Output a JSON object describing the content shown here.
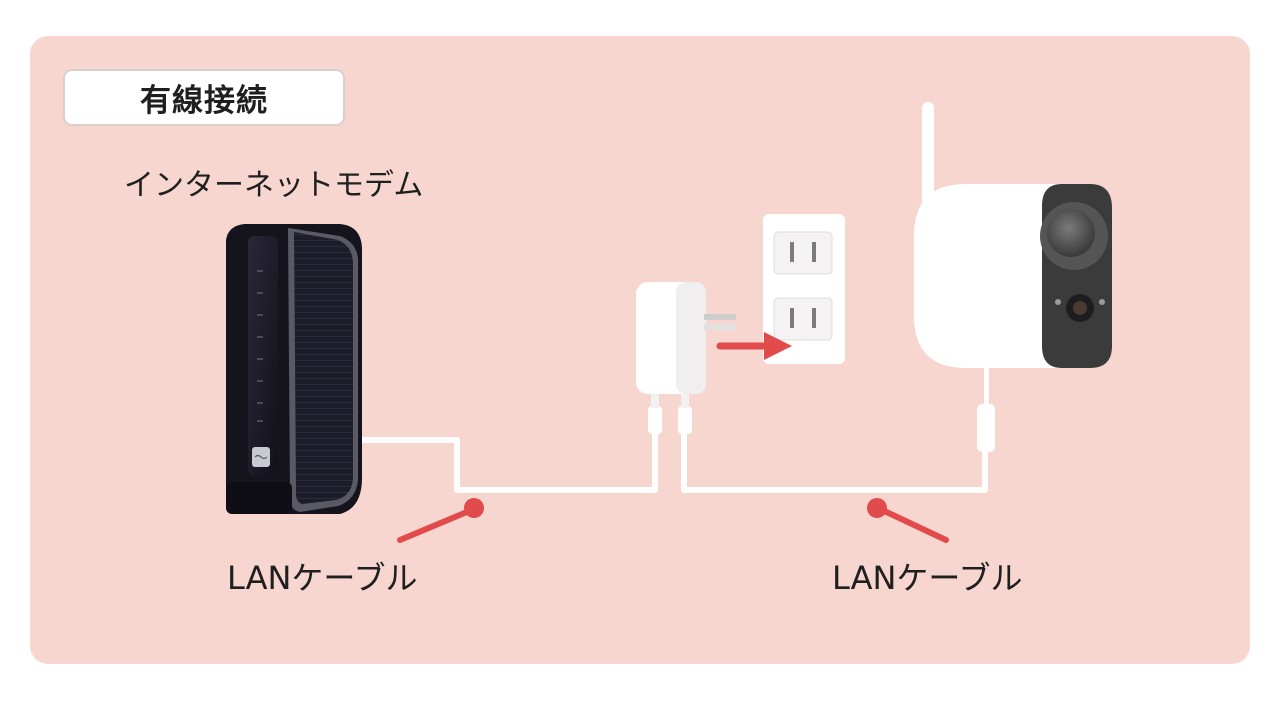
{
  "title": "有線接続",
  "labels": {
    "modem": "インターネットモデム",
    "cable_left": "LANケーブル",
    "cable_right": "LANケーブル"
  },
  "colors": {
    "background_panel": "#f7d6d0",
    "accent_red": "#e24b4b",
    "cable": "#ffffff",
    "modem_body": "#1b1a24"
  },
  "icons": [
    "modem-icon",
    "power-adapter-icon",
    "wall-outlet-icon",
    "camera-icon",
    "arrow-icon"
  ]
}
